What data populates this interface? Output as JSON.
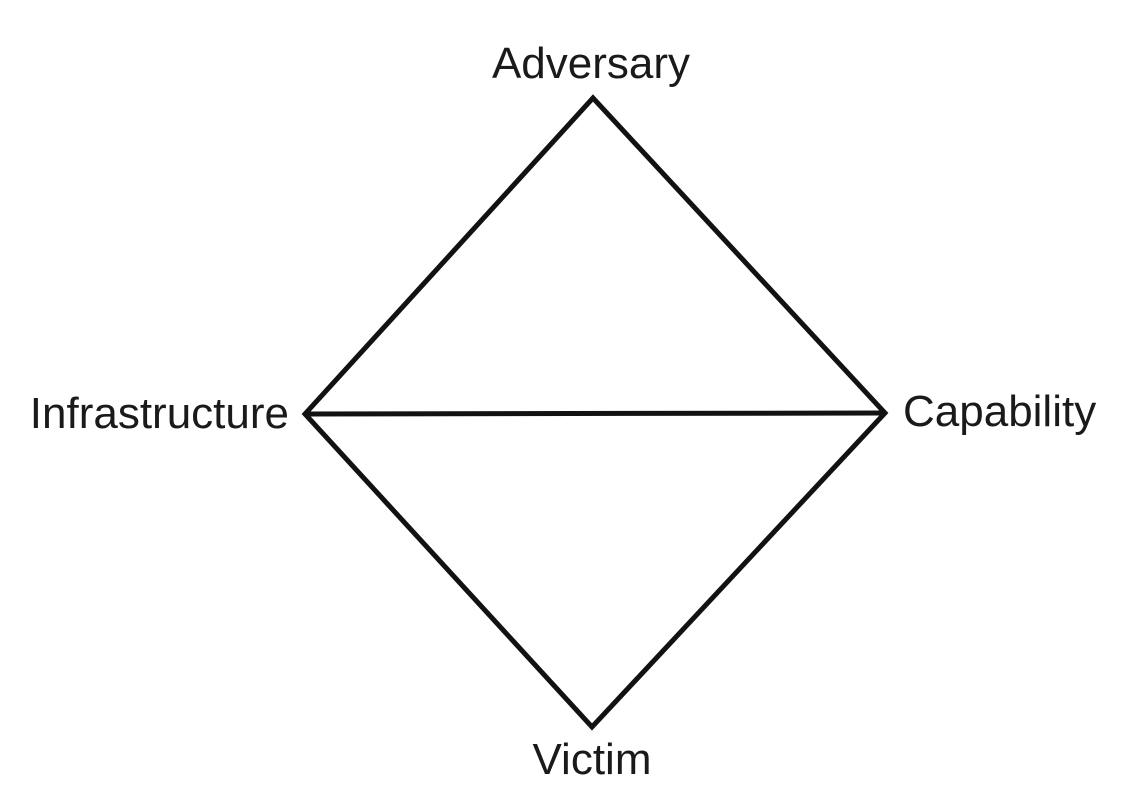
{
  "diagram": {
    "type": "diamond-model",
    "nodes": {
      "top": {
        "label": "Adversary"
      },
      "left": {
        "label": "Infrastructure"
      },
      "right": {
        "label": "Capability"
      },
      "bottom": {
        "label": "Victim"
      }
    },
    "edges": [
      {
        "from": "Adversary",
        "to": "Infrastructure"
      },
      {
        "from": "Adversary",
        "to": "Capability"
      },
      {
        "from": "Infrastructure",
        "to": "Victim"
      },
      {
        "from": "Capability",
        "to": "Victim"
      },
      {
        "from": "Infrastructure",
        "to": "Capability"
      }
    ],
    "colors": {
      "line": "#121212",
      "text": "#1a1a1a",
      "background": "#ffffff"
    }
  }
}
